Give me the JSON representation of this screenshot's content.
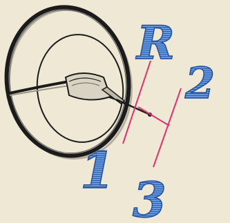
{
  "gear_labels": {
    "reverse": "R",
    "first": "1",
    "second": "2",
    "third": "3"
  },
  "colors": {
    "background": "#efe8d5",
    "wheel": "#1b1b1b",
    "wheel_shadow": "#7a7468",
    "shift_pattern": "#e2306a",
    "label_fill": "#5b8ad0",
    "label_stroke": "#1f4f9c"
  },
  "icons": {
    "wheel": "steering-wheel-icon",
    "pattern": "shift-pattern-diagram"
  }
}
